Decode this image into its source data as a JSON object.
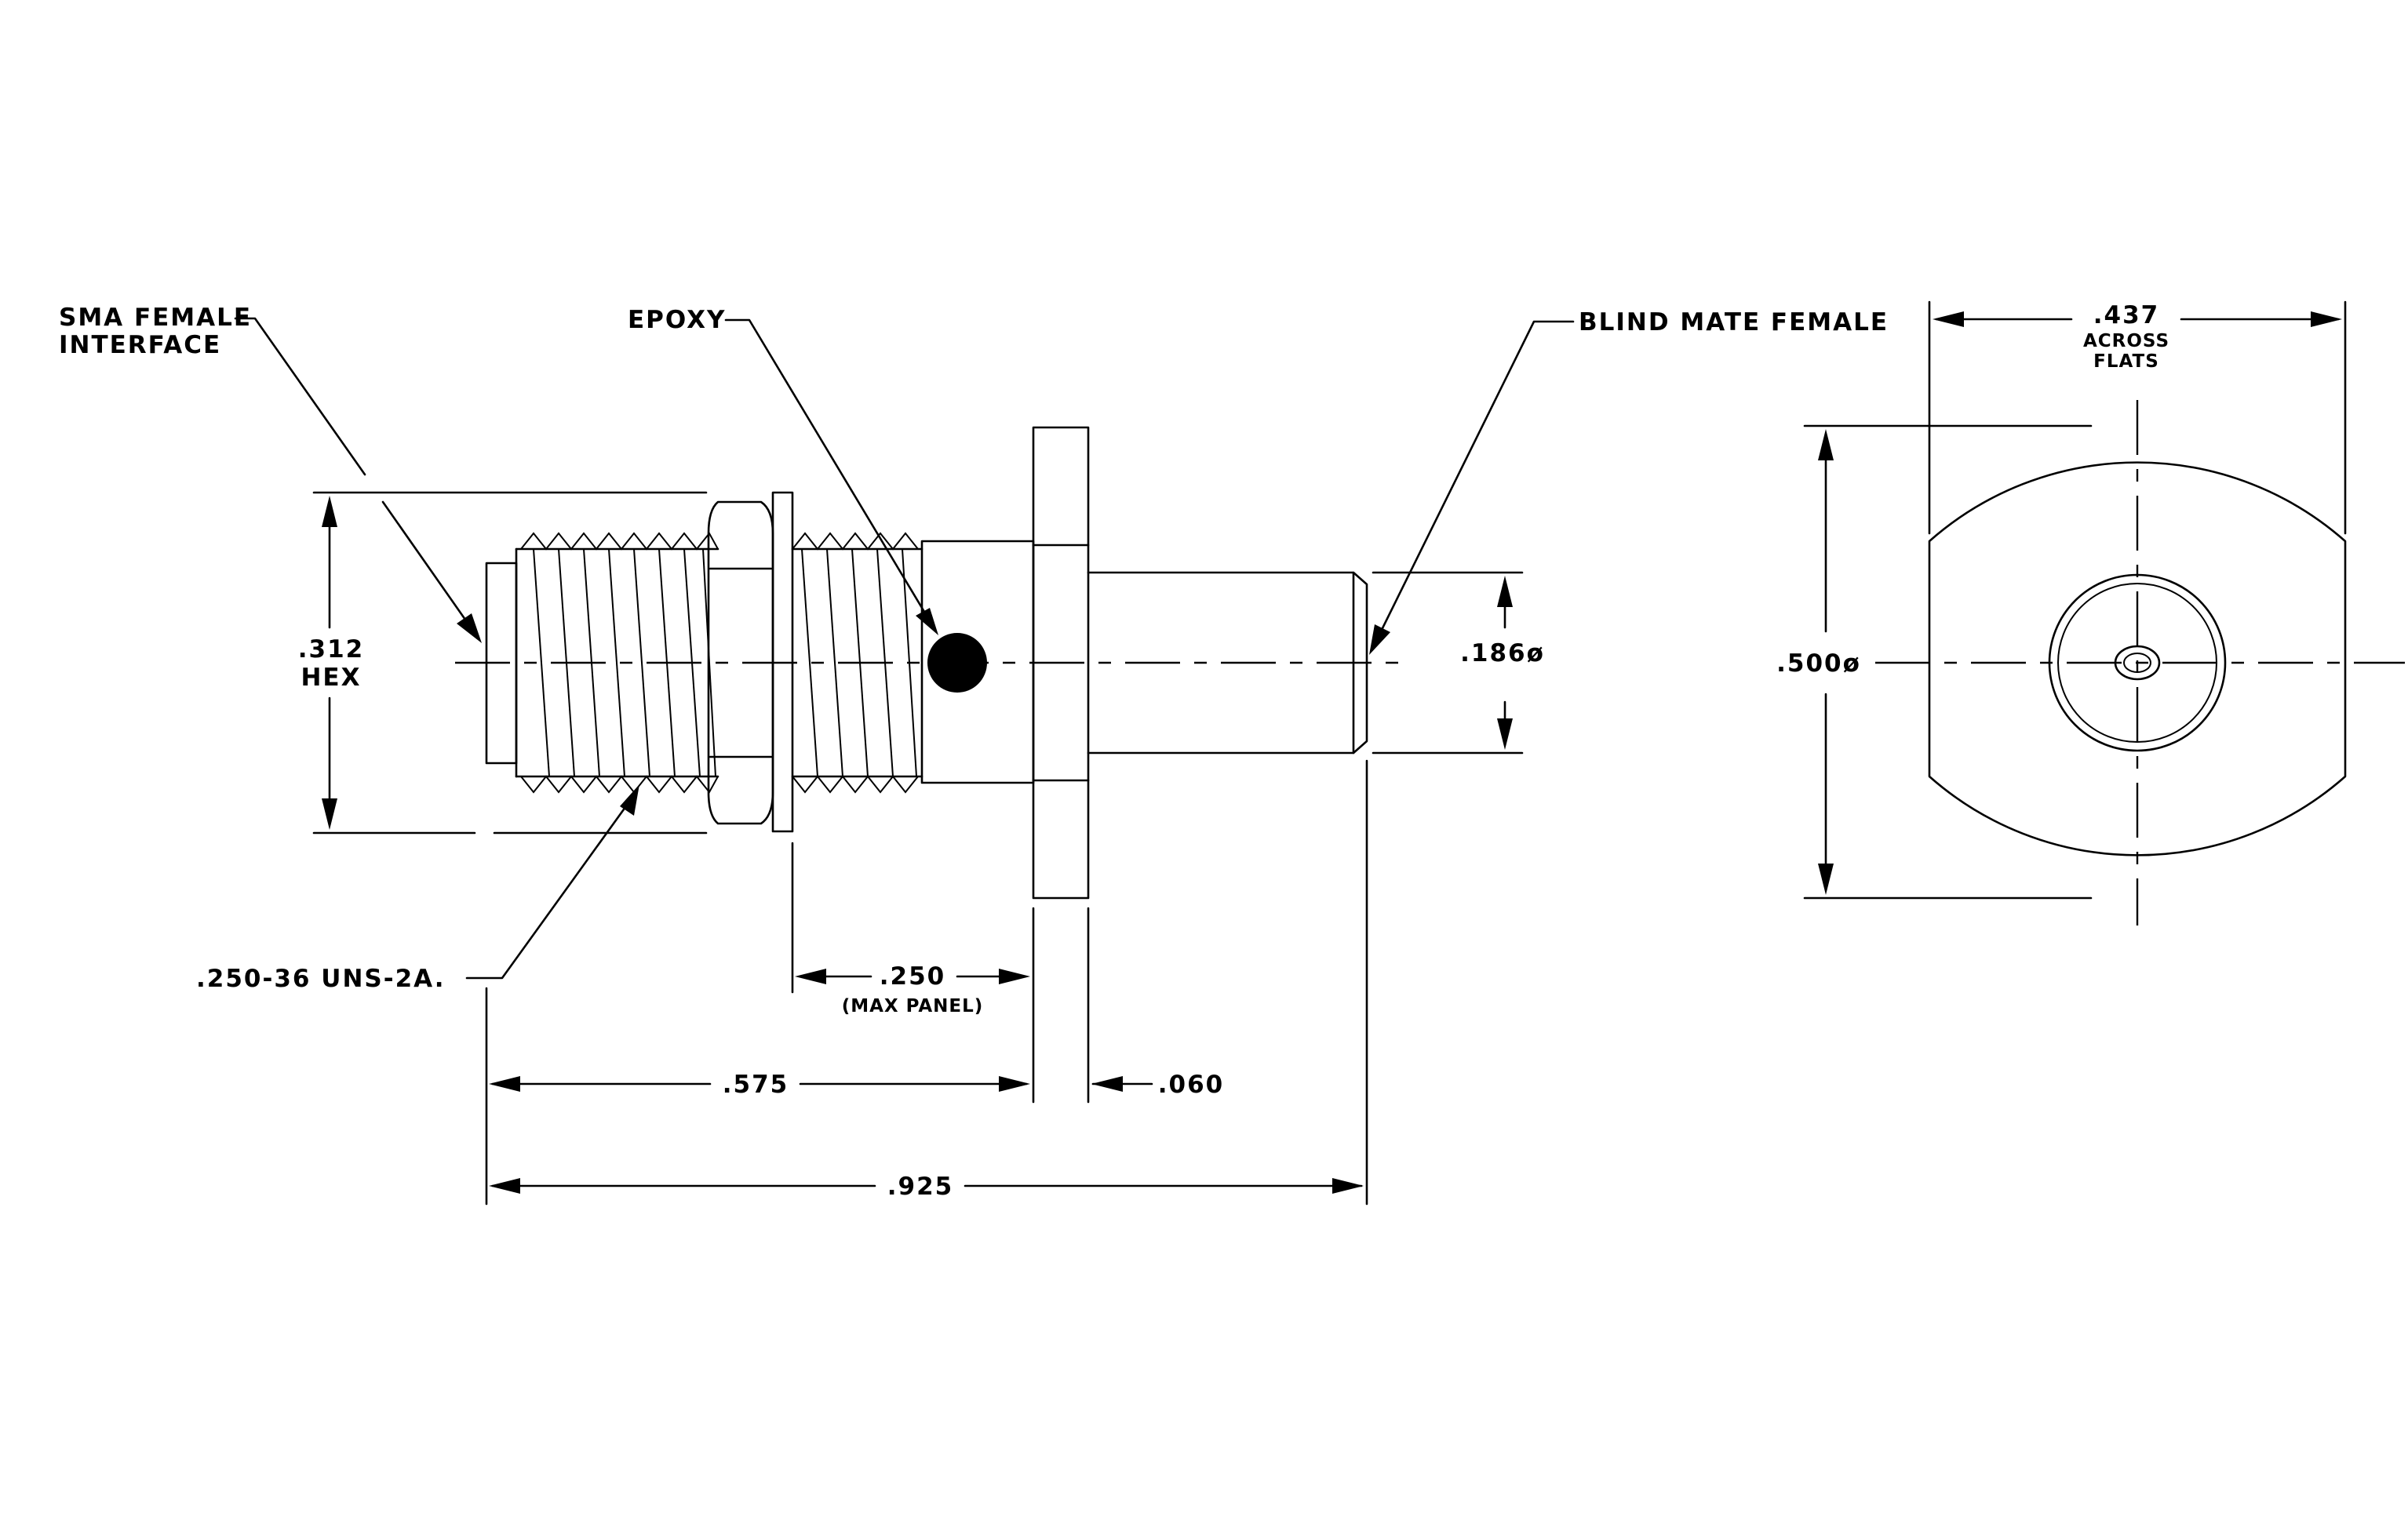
{
  "callouts": {
    "sma_line1": "SMA FEMALE",
    "sma_line2": "INTERFACE",
    "epoxy": "EPOXY",
    "blind_mate": "BLIND MATE FEMALE",
    "thread": ".250-36 UNS-2A."
  },
  "dimensions": {
    "hex_value": ".312",
    "hex_unit": "HEX",
    "pin_dia": ".186ø",
    "panel_value": ".250",
    "panel_note": "(MAX PANEL)",
    "len_575": ".575",
    "len_060": ".060",
    "len_925": ".925",
    "flats_value": ".437",
    "flats_line1": "ACROSS",
    "flats_line2": "FLATS",
    "body_dia": ".500ø"
  }
}
